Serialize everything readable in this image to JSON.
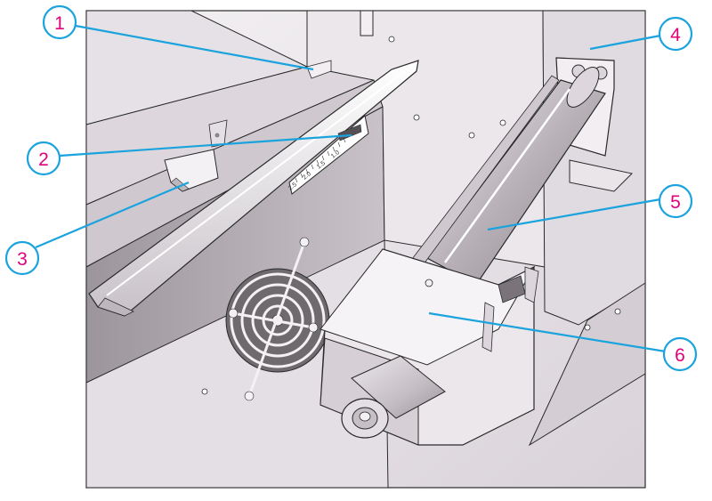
{
  "colors": {
    "callout_ring": "#1aa3dd",
    "callout_number": "#e0007a",
    "leader_line": "#1aa3dd",
    "panel_light": "#eeeaee",
    "panel_mid": "#d8d2d8",
    "panel_dark": "#a8a2a8",
    "outline": "#2a2a2a"
  },
  "callouts": [
    {
      "number": "1"
    },
    {
      "number": "2"
    },
    {
      "number": "3"
    },
    {
      "number": "4"
    },
    {
      "number": "5"
    },
    {
      "number": "6"
    }
  ],
  "scale_labels": [
    "2.5",
    "2.0",
    "1.5",
    "1.0"
  ]
}
